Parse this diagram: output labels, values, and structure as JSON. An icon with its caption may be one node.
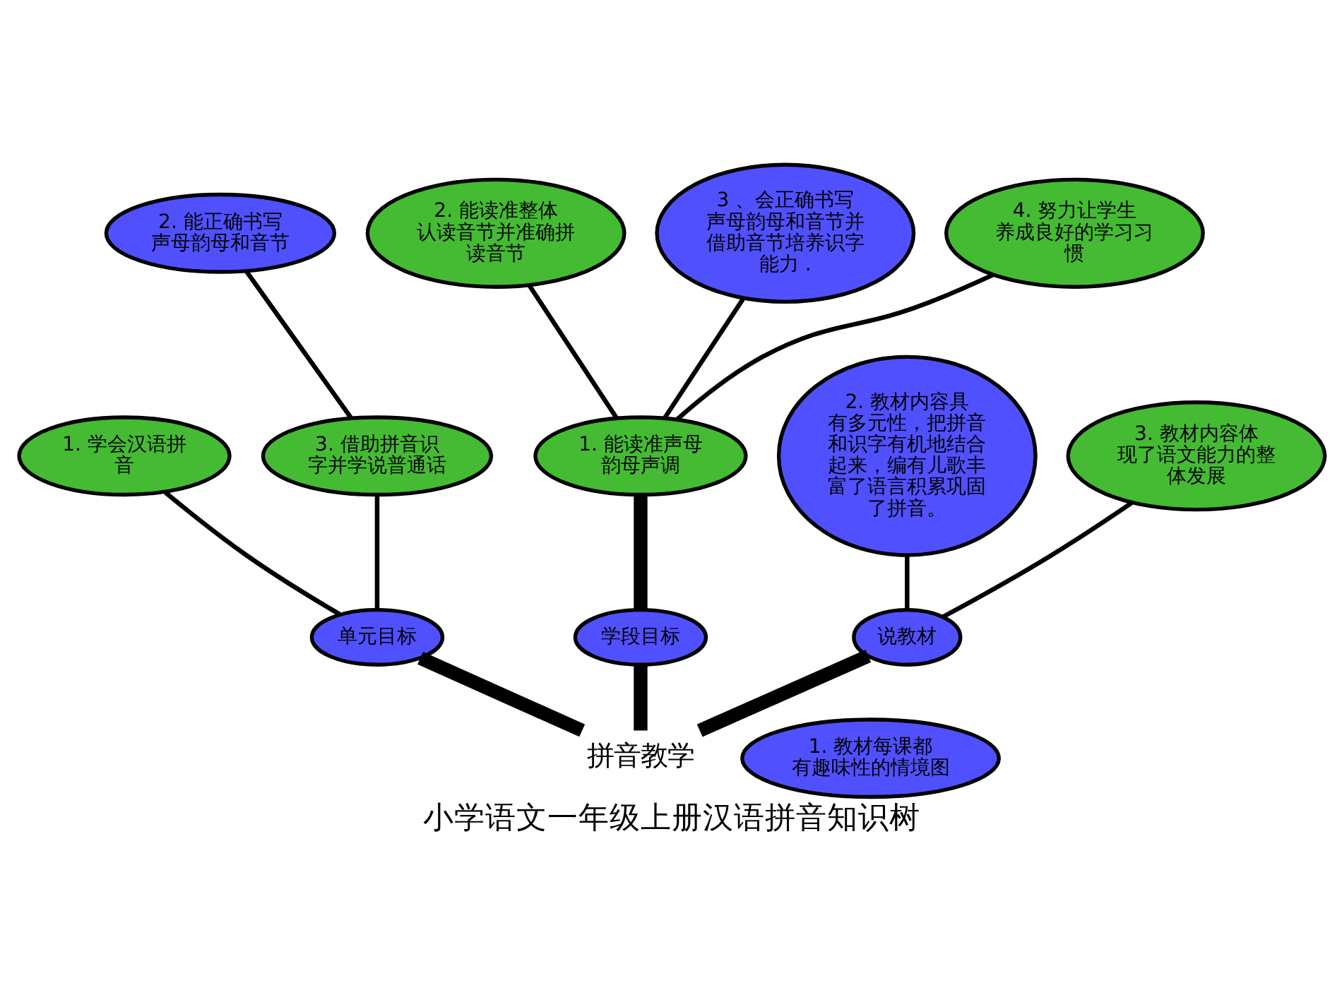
{
  "diagram": {
    "caption": "小学语文一年级上册汉语拼音知识树",
    "nodes": [
      {
        "text": [
          "拼音教学"
        ]
      },
      {
        "text": [
          "单元目标"
        ]
      },
      {
        "text": [
          "1. 学会汉语拼音"
        ]
      },
      {
        "text": [
          "2. 能正确书写声母韵母和音节"
        ]
      },
      {
        "text": [
          "3. 借助拼音识字并学说普通话"
        ]
      },
      {
        "text": [
          "学段目标"
        ]
      },
      {
        "text": [
          "1. 能读准声母韵母声调"
        ]
      },
      {
        "text": [
          "2. 能读准整体认读音节并准确拼读音节"
        ]
      },
      {
        "text": [
          "3 、会正确书写声母韵母和音节并借助音节培养识字能力 ."
        ]
      },
      {
        "text": [
          "4. 努力让学生养成良好的学习习惯"
        ]
      },
      {
        "text": [
          "说教材"
        ]
      },
      {
        "text": [
          "1. 教材每课都有趣味性的情境图"
        ]
      },
      {
        "text": [
          "2. 教材内容具有多元性，把拼音和识字有机地结合起来，编有儿歌丰富了语言积累巩固了拼音。"
        ]
      },
      {
        "text": [
          "3. 教材内容体现了语文能力的整体发展"
        ]
      }
    ],
    "edges": [
      {
        "from": 0,
        "to": 1,
        "arrow": "none",
        "style": "thick"
      },
      {
        "from": 0,
        "to": 5,
        "arrow": "none",
        "style": "thick"
      },
      {
        "from": 0,
        "to": 10,
        "arrow": "none",
        "style": "thick"
      },
      {
        "from": 1,
        "to": 2,
        "arrow": "none"
      },
      {
        "from": 1,
        "to": 4,
        "arrow": "none"
      },
      {
        "from": 4,
        "to": 3,
        "arrow": "none"
      },
      {
        "from": 5,
        "to": 6,
        "arrow": "none",
        "style": "thick"
      },
      {
        "from": 6,
        "to": 7,
        "arrow": "none"
      },
      {
        "from": 6,
        "to": 8,
        "arrow": "none"
      },
      {
        "from": 6,
        "to": 9,
        "arrow": "none"
      },
      {
        "from": 10,
        "to": 12,
        "arrow": "none"
      },
      {
        "from": 10,
        "to": 13,
        "arrow": "none"
      }
    ]
  }
}
